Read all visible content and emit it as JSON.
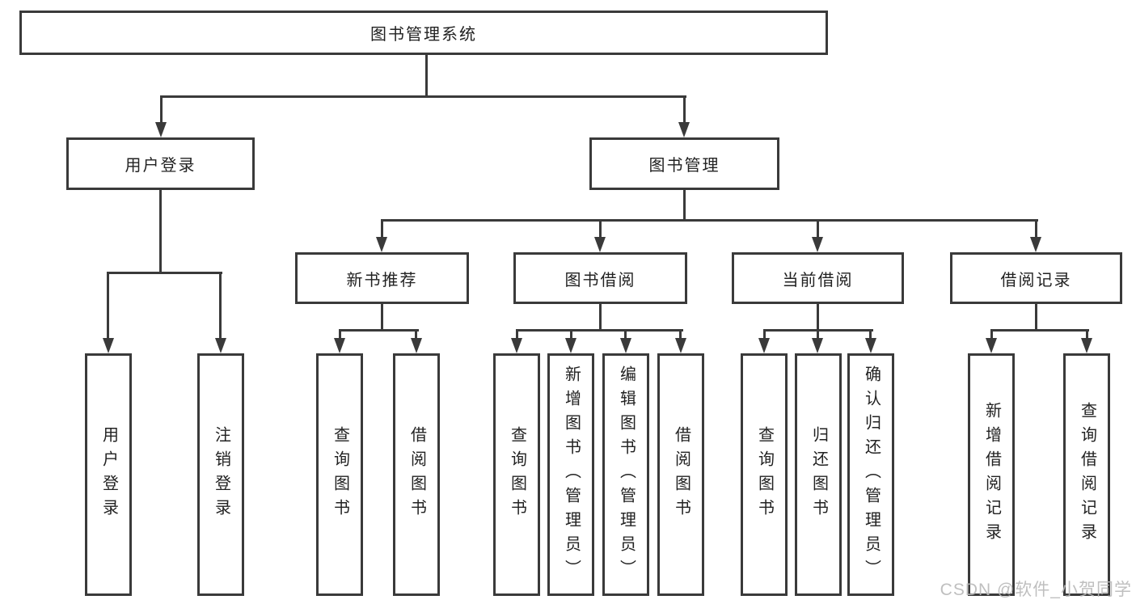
{
  "diagram": {
    "title": "图书管理系统",
    "level2": {
      "user_login": "用户登录",
      "book_management": "图书管理"
    },
    "level3": {
      "new_book_recommend": "新书推荐",
      "book_borrow": "图书借阅",
      "current_borrow": "当前借阅",
      "borrow_records": "借阅记录"
    },
    "leaves": {
      "user_login_leaf": "用户登录",
      "logout": "注销登录",
      "recommend_query_books": "查询图书",
      "recommend_borrow_books": "借阅图书",
      "borrow_query_books": "查询图书",
      "borrow_add_books": "新增图书（管理员）",
      "borrow_edit_books": "编辑图书（管理员）",
      "borrow_borrow_books": "借阅图书",
      "current_query_books": "查询图书",
      "current_return_books": "归还图书",
      "current_confirm_return": "确认归还（管理员）",
      "records_add_record": "新增借阅记录",
      "records_query_record": "查询借阅记录"
    },
    "watermark": "CSDN @软件_小贺同学"
  },
  "colors": {
    "line": "#3a3a3a",
    "text": "#222222",
    "background": "#ffffff",
    "watermark": "#b9b9b9"
  }
}
